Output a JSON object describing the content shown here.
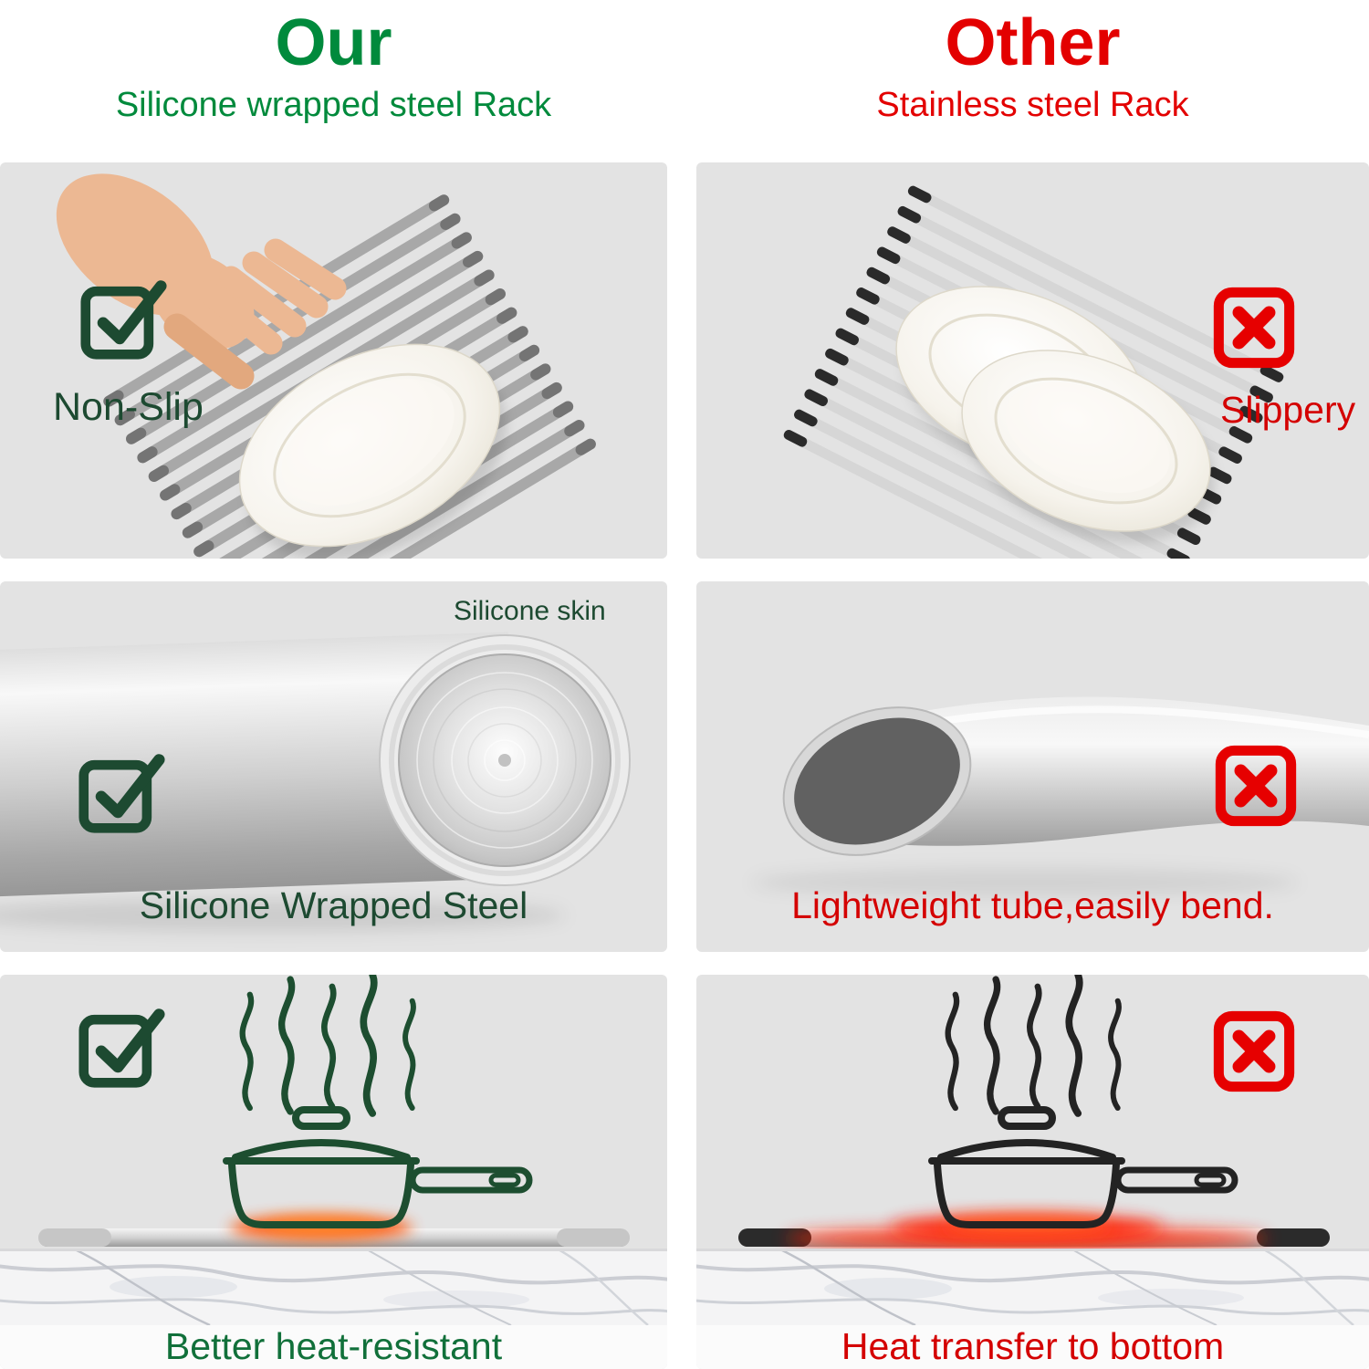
{
  "header": {
    "our": {
      "title": "Our",
      "subtitle": "Silicone wrapped steel Rack"
    },
    "other": {
      "title": "Other",
      "subtitle": "Stainless steel Rack"
    }
  },
  "rows": {
    "nonslip": {
      "our_label": "Non-Slip",
      "other_label": "Slippery"
    },
    "material": {
      "annotation": "Silicone skin",
      "our_label": "Silicone Wrapped Steel",
      "other_label": "Lightweight tube,easily bend."
    },
    "heat": {
      "our_label": "Better heat-resistant",
      "other_label": "Heat transfer to bottom"
    }
  },
  "icons": {
    "check": {
      "name": "check-icon",
      "glyph": "☑",
      "color": "#1d4a31"
    },
    "cross": {
      "name": "cross-icon",
      "glyph": "☒",
      "color": "#e60000"
    }
  },
  "colors": {
    "our_accent": "#008a3c",
    "our_dark": "#1d4a31",
    "other_accent": "#e30000",
    "panel_background": "#e3e3e3",
    "heat_glow": "#ff3b00",
    "steel": "#c9c9c9"
  }
}
